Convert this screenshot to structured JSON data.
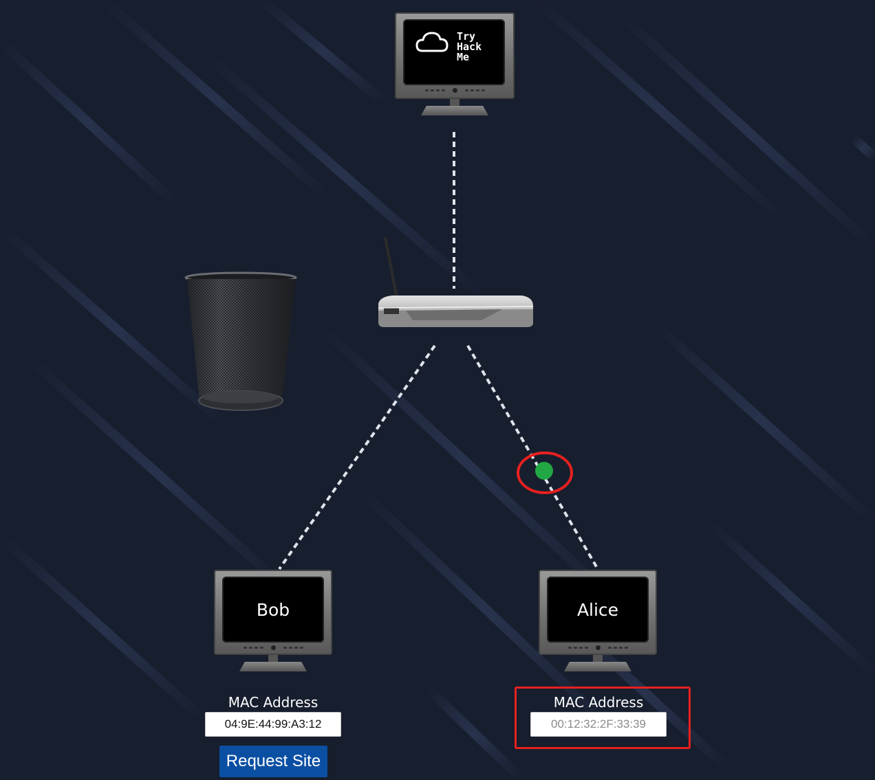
{
  "server": {
    "logo_lines": [
      "Try",
      "Hack",
      "Me"
    ]
  },
  "bob": {
    "name": "Bob",
    "mac_label": "MAC Address",
    "mac_value": "04:9E:44:99:A3:12",
    "button_label": "Request Site"
  },
  "alice": {
    "name": "Alice",
    "mac_label": "MAC Address",
    "mac_value": "00:12:32:2F:33:39"
  },
  "colors": {
    "background": "#171e2e",
    "packet": "#22a745",
    "highlight": "#e8201f",
    "button": "#0b4fa3",
    "link_line": "#dfe3ea"
  },
  "icons": {
    "router": "router-icon",
    "trash": "trash-bin-icon",
    "monitor": "monitor-icon",
    "cloud": "cloud-icon"
  }
}
